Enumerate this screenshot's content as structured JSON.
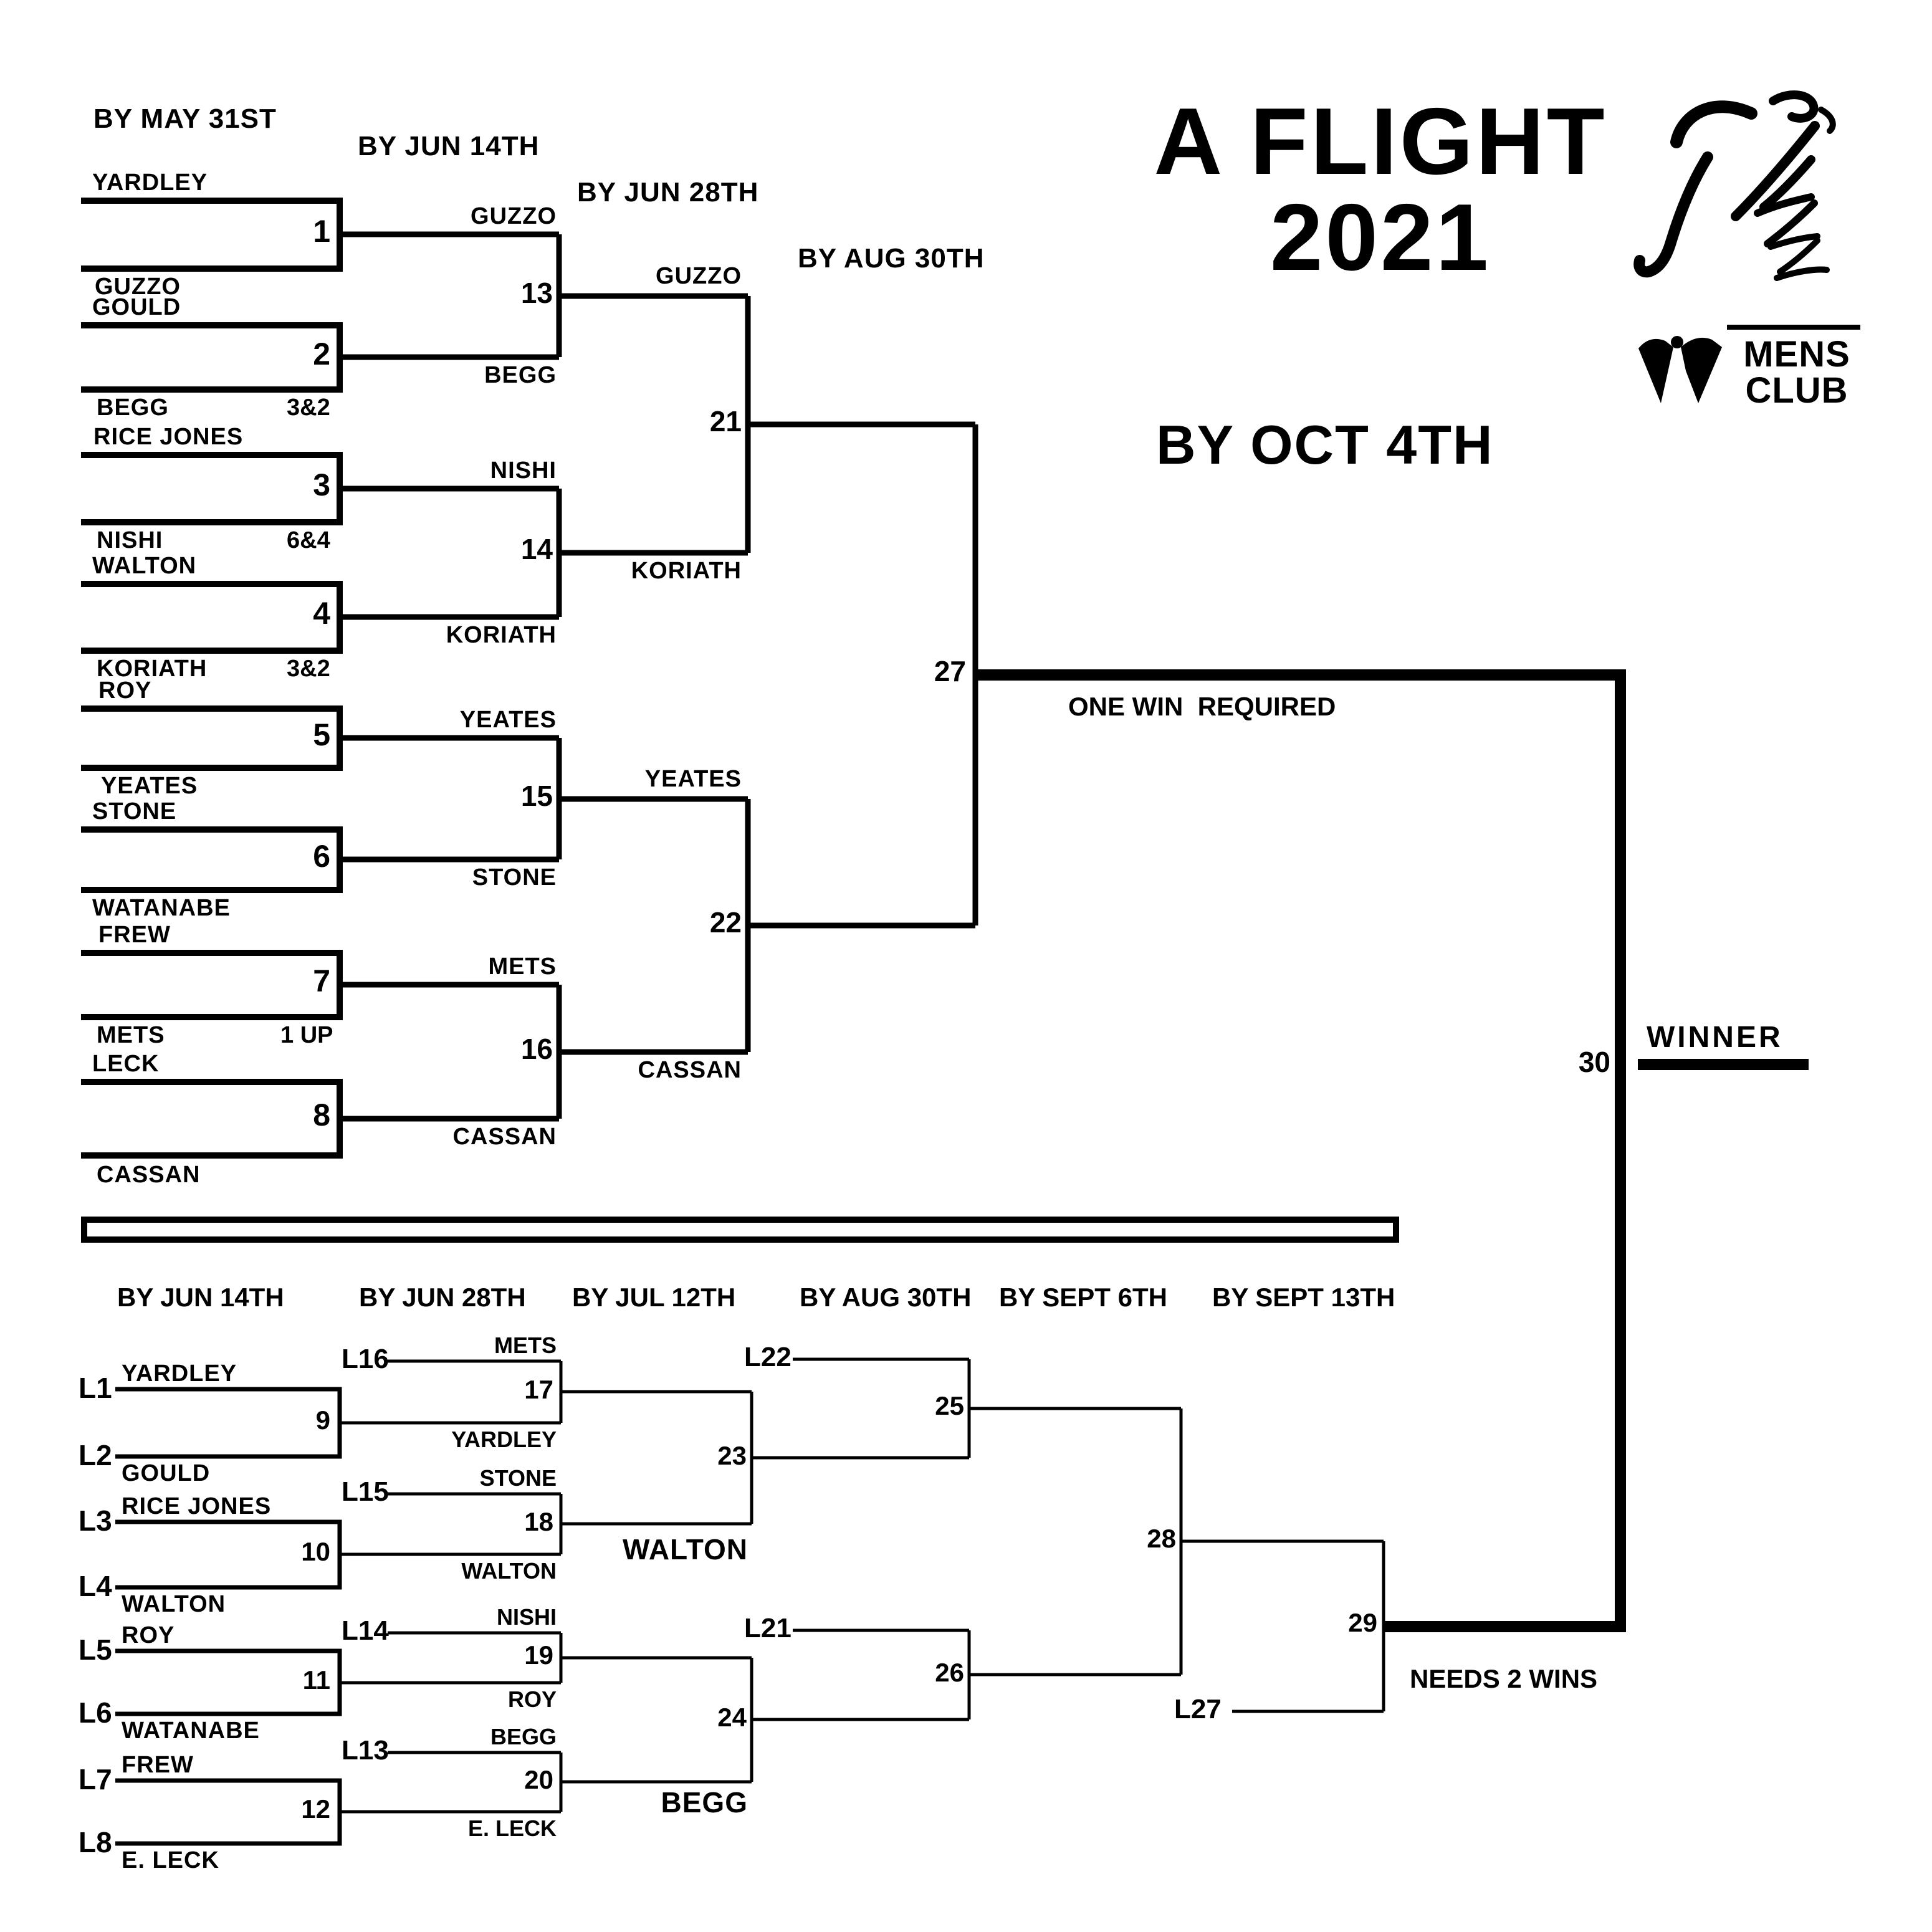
{
  "title": {
    "line1": "A FLIGHT",
    "line2": "2021",
    "final_deadline": "BY OCT 4TH"
  },
  "logo": {
    "org1": "MENS",
    "org2": "CLUB"
  },
  "w": {
    "h1": "BY MAY 31ST",
    "h2": "BY JUN 14TH",
    "h3": "BY JUN 28TH",
    "h4": "BY AUG 30TH",
    "m1": {
      "n": "1",
      "a": "YARDLEY",
      "b": "GUZZO"
    },
    "m2": {
      "n": "2",
      "a": "GOULD",
      "b": "BEGG",
      "s": "3&2"
    },
    "m3": {
      "n": "3",
      "a": "RICE JONES",
      "b": "NISHI",
      "s": "6&4"
    },
    "m4": {
      "n": "4",
      "a": "WALTON",
      "b": "KORIATH",
      "s": "3&2"
    },
    "m5": {
      "n": "5",
      "a": "ROY",
      "b": "YEATES"
    },
    "m6": {
      "n": "6",
      "a": "STONE",
      "b": "WATANABE"
    },
    "m7": {
      "n": "7",
      "a": "FREW",
      "b": "METS",
      "s": "1 UP"
    },
    "m8": {
      "n": "8",
      "a": "LECK",
      "b": "CASSAN"
    },
    "m13": {
      "n": "13",
      "a": "GUZZO",
      "b": "BEGG",
      "w": "GUZZO"
    },
    "m14": {
      "n": "14",
      "a": "NISHI",
      "b": "KORIATH",
      "w": "KORIATH"
    },
    "m15": {
      "n": "15",
      "a": "YEATES",
      "b": "STONE",
      "w": "YEATES"
    },
    "m16": {
      "n": "16",
      "a": "METS",
      "b": "CASSAN",
      "w": "CASSAN"
    },
    "m21": {
      "n": "21"
    },
    "m22": {
      "n": "22"
    },
    "m27": {
      "n": "27",
      "note": "ONE WIN  REQUIRED"
    }
  },
  "f": {
    "n": "30",
    "winner_label": "WINNER"
  },
  "l": {
    "h1": "BY JUN 14TH",
    "h2": "BY JUN 28TH",
    "h3": "BY JUL 12TH",
    "h4": "BY AUG 30TH",
    "h5": "BY SEPT 6TH",
    "h6": "BY SEPT 13TH",
    "m9": {
      "n": "9",
      "la": "L1",
      "a": "YARDLEY",
      "lb": "L2",
      "b": "GOULD"
    },
    "m10": {
      "n": "10",
      "la": "L3",
      "a": "RICE JONES",
      "lb": "L4",
      "b": "WALTON"
    },
    "m11": {
      "n": "11",
      "la": "L5",
      "a": "ROY",
      "lb": "L6",
      "b": "WATANABE"
    },
    "m12": {
      "n": "12",
      "la": "L7",
      "a": "FREW",
      "lb": "L8",
      "b": "E. LECK"
    },
    "m17": {
      "n": "17",
      "la": "L16",
      "a": "METS",
      "b": "YARDLEY"
    },
    "m18": {
      "n": "18",
      "la": "L15",
      "a": "STONE",
      "b": "WALTON"
    },
    "m19": {
      "n": "19",
      "la": "L14",
      "a": "NISHI",
      "b": "ROY"
    },
    "m20": {
      "n": "20",
      "la": "L13",
      "a": "BEGG",
      "b": "E. LECK",
      "w": "BEGG"
    },
    "m23": {
      "n": "23",
      "w": "WALTON"
    },
    "m24": {
      "n": "24"
    },
    "m25": {
      "n": "25",
      "la": "L22"
    },
    "m26": {
      "n": "26",
      "la": "L21"
    },
    "m28": {
      "n": "28"
    },
    "m29": {
      "n": "29",
      "lb": "L27",
      "note": "NEEDS 2 WINS"
    }
  }
}
